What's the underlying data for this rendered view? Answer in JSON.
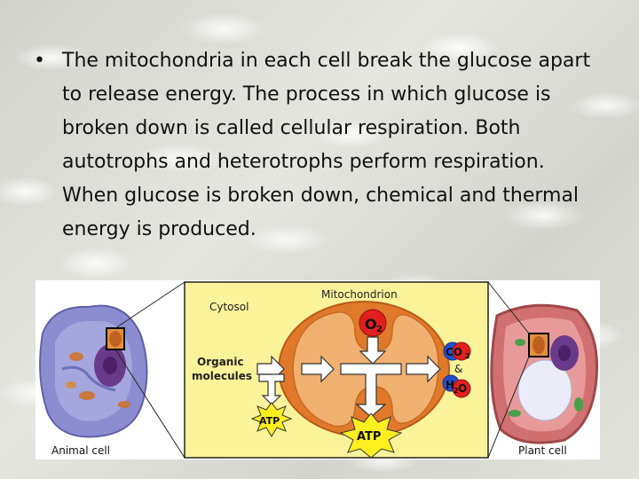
{
  "slide": {
    "bullet": "•",
    "text": "The mitochondria in each cell break the glucose apart to release energy. The process in which glucose is broken down is called cellular respiration. Both autotrophs and heterotrophs perform respiration.  When glucose is broken down, chemical and thermal energy is produced."
  },
  "diagram": {
    "cytosol": "Cytosol",
    "mitochondrion": "Mitochondrion",
    "organic_line1": "Organic",
    "organic_line2": "molecules",
    "o2_o": "O",
    "o2_sub": "2",
    "co2_co": "CO",
    "co2_sub": "2",
    "amp": "&",
    "h2o_h": "H",
    "h2o_sub": "2",
    "h2o_o": "O",
    "atp_small": "ATP",
    "atp_large": "ATP",
    "animal_cell": "Animal cell",
    "plant_cell": "Plant cell",
    "colors": {
      "yellow_panel": "#fbf39a",
      "mito_outer": "#e07a2a",
      "mito_inner": "#f0b070",
      "o2_red": "#e02020",
      "h2o_blue": "#2050d0",
      "atp_star": "#ffee20"
    }
  }
}
